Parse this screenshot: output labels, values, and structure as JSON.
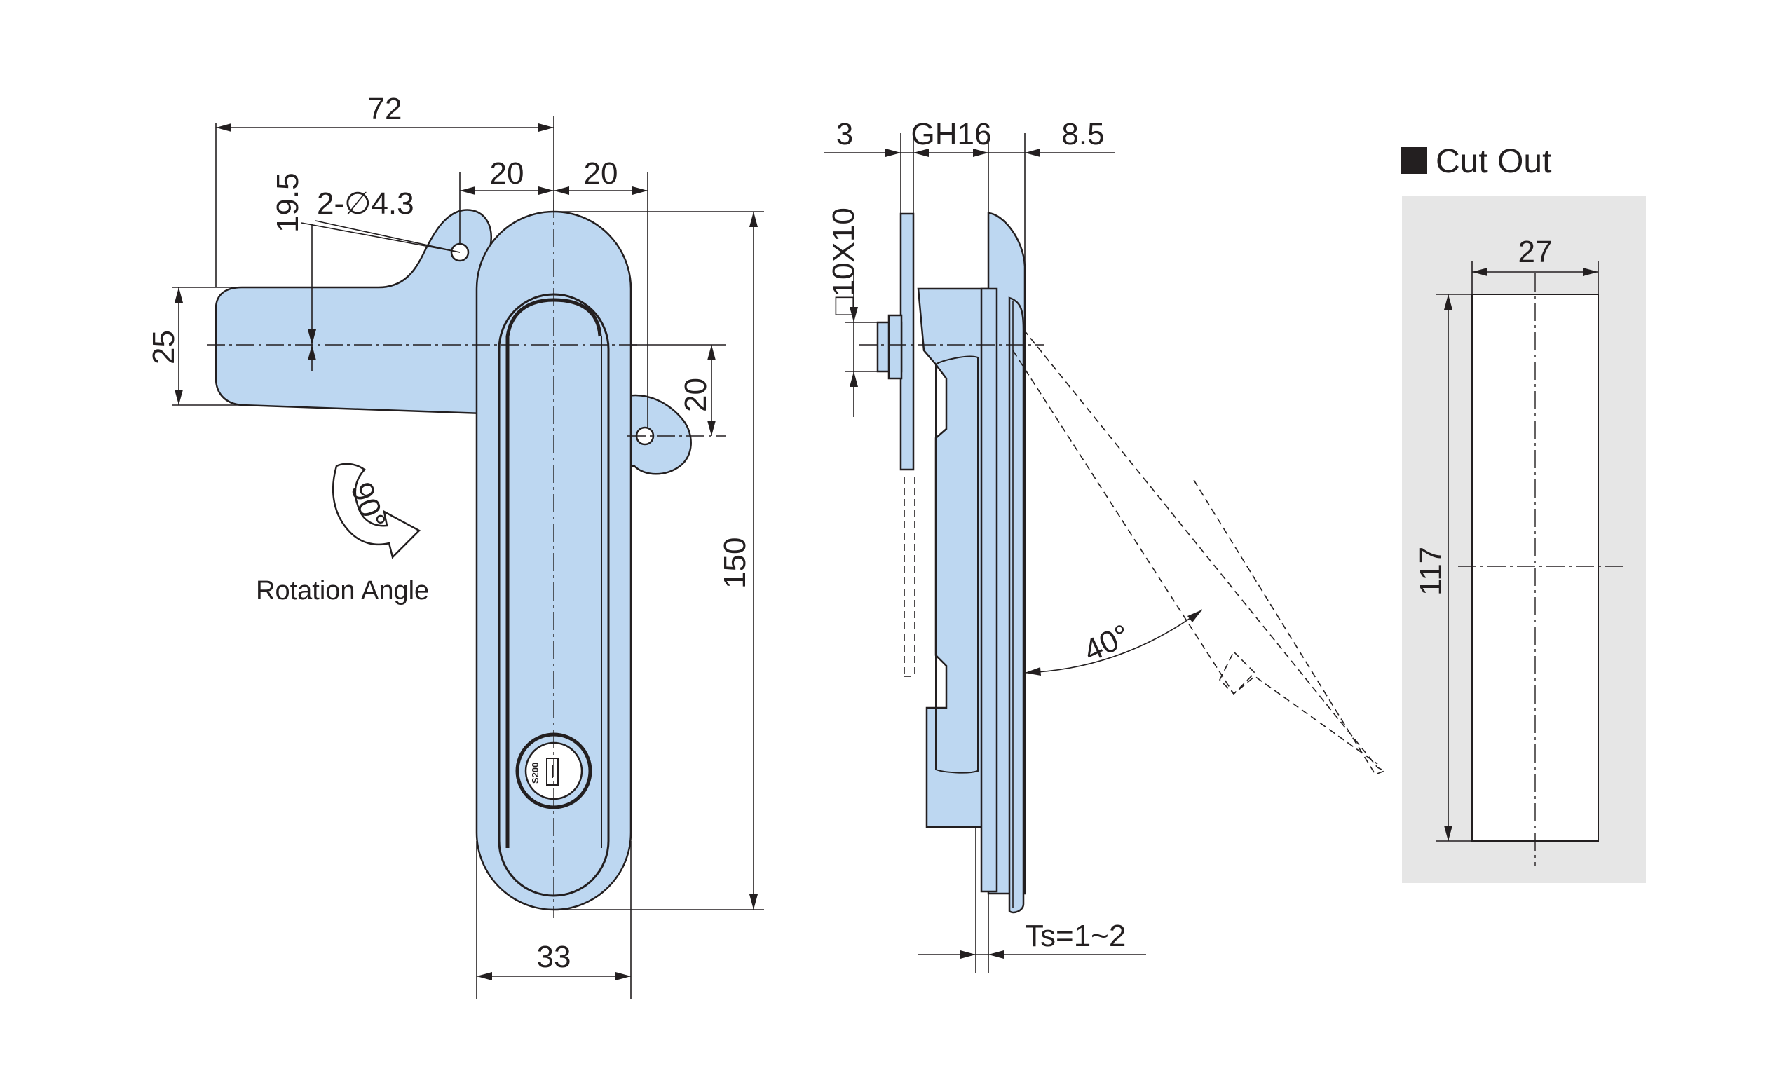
{
  "front_view": {
    "dim_width_total": "72",
    "dim_pitch_left": "20",
    "dim_pitch_right": "20",
    "dim_hole_offset": "19.5",
    "dim_holes": "2-∅4.3",
    "dim_arm_height": "25",
    "dim_lug_offset": "20",
    "dim_height": "150",
    "dim_width": "33",
    "lock_label": "S200",
    "rotation_angle_mark": "90°",
    "rotation_label": "Rotation Angle"
  },
  "side_view": {
    "dim_left": "3",
    "dim_middle": "GH16",
    "dim_right": "8.5",
    "dim_square": "□10X10",
    "dim_open_angle": "40°",
    "dim_thickness": "Ts=1~2"
  },
  "cut_out": {
    "title": "Cut Out",
    "dim_width": "27",
    "dim_height": "117",
    "colors": {
      "panel": "#e6e6e6",
      "hole": "#ffffff"
    }
  },
  "colors": {
    "part_fill": "#bdd7f1",
    "line": "#231f20"
  }
}
